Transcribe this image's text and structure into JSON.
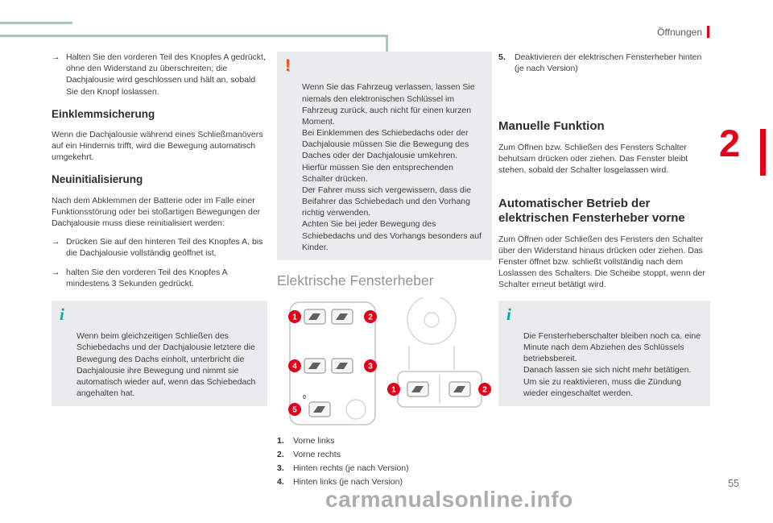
{
  "page": {
    "section_label": "Öffnungen",
    "chapter_number": "2",
    "page_number": "55",
    "watermark": "carmanualsonline.info"
  },
  "icons": {
    "bullet_arrow": "→",
    "info": "i",
    "warning": "!"
  },
  "colors": {
    "accent_red": "#e2001a",
    "deco_teal": "#a7c7bd",
    "info_teal": "#00aab4",
    "warning_orange": "#e95420",
    "box_bg": "#e9ebec"
  },
  "left_column": {
    "bullet_intro": "Halten Sie den vorderen Teil des Knopfes A gedrückt, ohne den Widerstand zu überschreiten; die Dachjalousie wird geschlossen und hält an, sobald Sie den Knopf loslassen.",
    "heading_antipinch": "Einklemmsicherung",
    "para_antipinch": "Wenn die Dachjalousie während eines Schließmanövers auf ein Hindernis trifft, wird die Bewegung automatisch umgekehrt.",
    "heading_reinit": "Neuinitialisierung",
    "para_reinit": "Nach dem Abklemmen der Batterie oder im Falle einer Funktionsstörung oder bei stoßartigen Bewegungen der Dachjalousie muss diese reinitialisiert werden:",
    "bullet_reinit_1": "Drücken Sie auf den hinteren Teil des Knopfes A, bis die Dachjalousie vollständig geöffnet ist,",
    "bullet_reinit_2": "halten Sie den vorderen Teil des Knopfes A mindestens 3 Sekunden gedrückt.",
    "info_box": "Wenn beim gleichzeitigen Schließen des Schiebedachs und der Dachjalousie letztere die Bewegung des Dachs einholt, unterbricht die Dachjalousie ihre Bewegung und nimmt sie automatisch wieder auf, wenn das Schiebedach angehalten hat."
  },
  "middle_column": {
    "warning_box": "Wenn Sie das Fahrzeug verlassen, lassen Sie niemals den elektronischen Schlüssel im Fahrzeug zurück, auch nicht für einen kurzen Moment.\nBei Einklemmen des Schiebedachs oder der Dachjalousie müssen Sie die Bewegung des Daches oder der Dachjalousie umkehren. Hierfür müssen Sie den entsprechenden Schalter drücken.\nDer Fahrer muss sich vergewissern, dass die Beifahrer das Schiebedach und den Vorhang richtig verwenden.\nAchten Sie bei jeder Bewegung des Schiebedachs und des Vorhangs besonders auf Kinder.",
    "section_title": "Elektrische Fensterheber",
    "list": [
      {
        "num": "1.",
        "text": "Vorne links"
      },
      {
        "num": "2.",
        "text": "Vorne rechts"
      },
      {
        "num": "3.",
        "text": "Hinten rechts (je nach Version)"
      },
      {
        "num": "4.",
        "text": "Hinten links (je nach Version)"
      }
    ]
  },
  "right_column": {
    "item5_num": "5.",
    "item5_text": "Deaktivieren der elektrischen Fensterheber hinten (je nach Version)",
    "heading_manual": "Manuelle Funktion",
    "para_manual": "Zum Öffnen bzw. Schließen des Fensters Schalter behutsam drücken oder ziehen. Das Fenster bleibt stehen, sobald der Schalter losgelassen wird.",
    "heading_auto": "Automatischer Betrieb der elektrischen Fensterheber vorne",
    "para_auto": "Zum Öffnen oder Schließen des Fensters den Schalter über den Widerstand hinaus drücken oder ziehen. Das Fenster öffnet bzw. schließt vollständig nach dem Loslassen des Schalters. Die Scheibe stoppt, wenn der Schalter erneut betätigt wird.",
    "info_box": "Die Fensterheberschalter bleiben noch ca. eine Minute nach dem Abziehen des Schlüssels betriebsbereit.\nDanach lassen sie sich nicht mehr betätigen. Um sie zu reaktivieren, muss die Zündung wieder eingeschaltet werden."
  },
  "diagram": {
    "door_callouts": [
      "1",
      "2",
      "4",
      "3",
      "5"
    ],
    "zero_label": "0",
    "console_callouts": [
      "1",
      "2"
    ]
  }
}
